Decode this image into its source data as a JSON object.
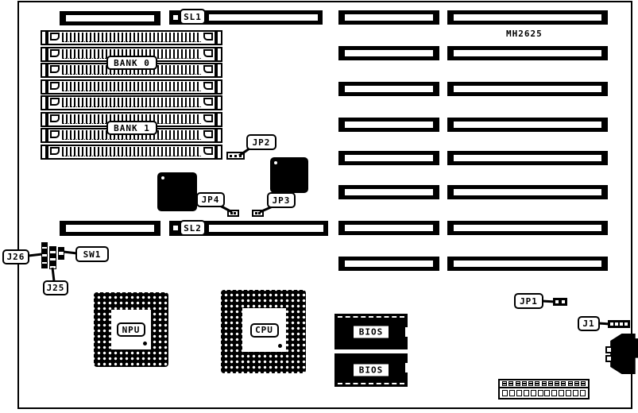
{
  "diagram": {
    "part_number": "MH2625",
    "memory": {
      "bank0_label": "BANK 0",
      "bank1_label": "BANK 1",
      "simm_socket_count": 8
    },
    "slots": {
      "sl1_label": "SL1",
      "sl2_label": "SL2",
      "expansion_row_count": 8
    },
    "labels": {
      "jp1": "JP1",
      "jp2": "JP2",
      "jp3": "JP3",
      "jp4": "JP4",
      "sw1": "SW1",
      "j1": "J1",
      "j25": "J25",
      "j26": "J26",
      "npu": "NPU",
      "cpu": "CPU",
      "bios_top": "BIOS",
      "bios_bottom": "BIOS"
    },
    "power_connector": {
      "top_pin_count": 13,
      "bottom_pin_count": 12
    },
    "colors": {
      "ink": "#000000",
      "paper": "#ffffff"
    }
  }
}
